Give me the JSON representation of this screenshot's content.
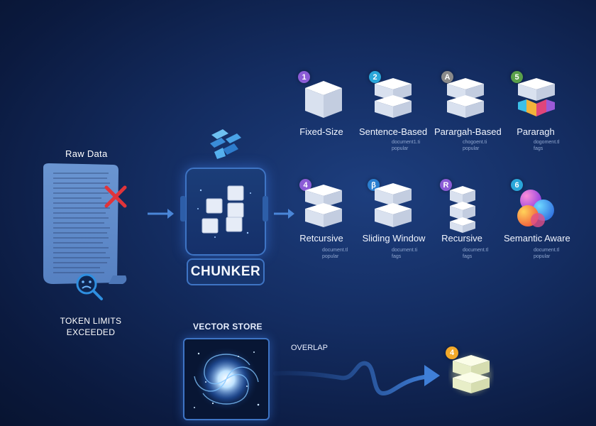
{
  "raw_data": {
    "title": "Raw Data",
    "warning": [
      "TOKEN LIMITS",
      "EXCEEDED"
    ]
  },
  "chunker": {
    "label": "CHUNKER"
  },
  "strategies": [
    {
      "badge": "1",
      "badge_color": "#8b5cd6",
      "label": "Fixed-Size",
      "meta": [
        "",
        ""
      ]
    },
    {
      "badge": "2",
      "badge_color": "#2aa6d9",
      "label": "Sentence-Based",
      "meta": [
        "document1.ti",
        "popular"
      ]
    },
    {
      "badge": "A",
      "badge_color": "#8a8a8a",
      "label": "Parargah-Based",
      "meta": [
        "chogoent.ti",
        "popular"
      ]
    },
    {
      "badge": "5",
      "badge_color": "#5aa04a",
      "label": "Pararagh",
      "meta": [
        "dogoment.tl",
        "fags"
      ]
    },
    {
      "badge": "4",
      "badge_color": "#8b5cd6",
      "label": "Retcursive",
      "meta": [
        "document.tl",
        "popular"
      ]
    },
    {
      "badge": "β",
      "badge_color": "#2a7fd0",
      "label": "Sliding Window",
      "meta": [
        "document.ti",
        "fags"
      ]
    },
    {
      "badge": "R",
      "badge_color": "#8b5cd6",
      "label": "Recursive",
      "meta": [
        "document.tl",
        "fags"
      ]
    },
    {
      "badge": "6",
      "badge_color": "#2aa6d9",
      "label": "Semantic Aware",
      "meta": [
        "document.tl",
        "popular"
      ]
    }
  ],
  "vector_store": {
    "title": "VECTOR STORE"
  },
  "overlap": {
    "label": "OVERLAP",
    "badge": "4"
  }
}
